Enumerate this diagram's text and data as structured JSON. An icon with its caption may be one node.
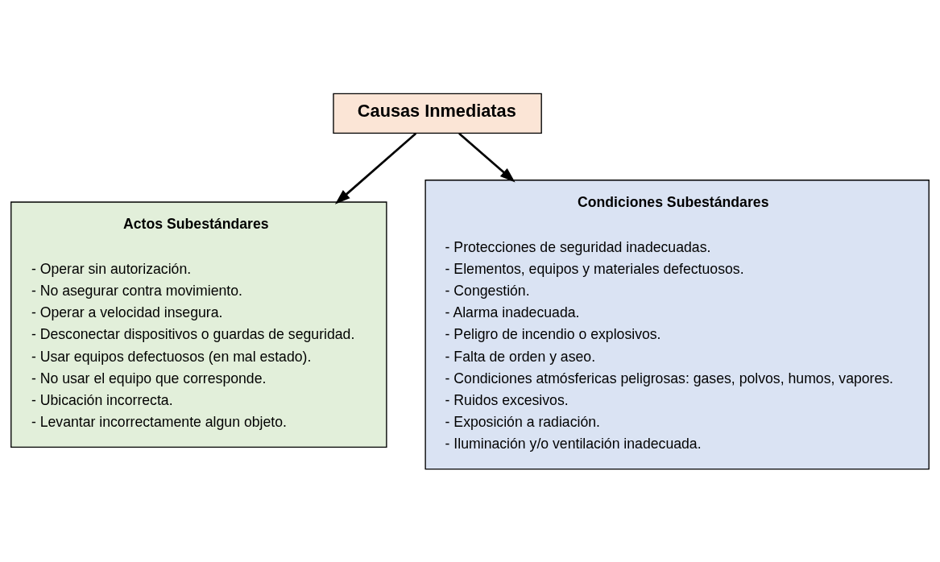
{
  "diagram": {
    "nodes": [
      {
        "text": [
          "Causas Inmediatas"
        ]
      },
      {
        "text": [
          "Actos Subestándares",
          "- Operar sin autorización.",
          "- No asegurar contra movimiento.",
          "- Operar a velocidad insegura.",
          "- Desconectar dispositivos o guardas de seguridad.",
          "- Usar equipos defectuosos (en mal estado).",
          "- No usar el equipo que corresponde.",
          "- Ubicación incorrecta.",
          "- Levantar incorrectamente algun objeto."
        ]
      },
      {
        "text": [
          "Condiciones Subestándares",
          "- Protecciones de seguridad inadecuadas.",
          "- Elementos, equipos y materiales defectuosos.",
          "- Congestión.",
          "- Alarma inadecuada.",
          "- Peligro de incendio o explosivos.",
          "- Falta de orden y aseo.",
          "- Condiciones atmósfericas peligrosas: gases, polvos, humos, vapores.",
          "- Ruidos excesivos.",
          "- Exposición a radiación.",
          "- Iluminación y/o ventilación inadecuada."
        ]
      }
    ],
    "edges": [
      {
        "from": 0,
        "to": 1,
        "arrow": "to"
      },
      {
        "from": 0,
        "to": 2,
        "arrow": "to"
      }
    ]
  }
}
